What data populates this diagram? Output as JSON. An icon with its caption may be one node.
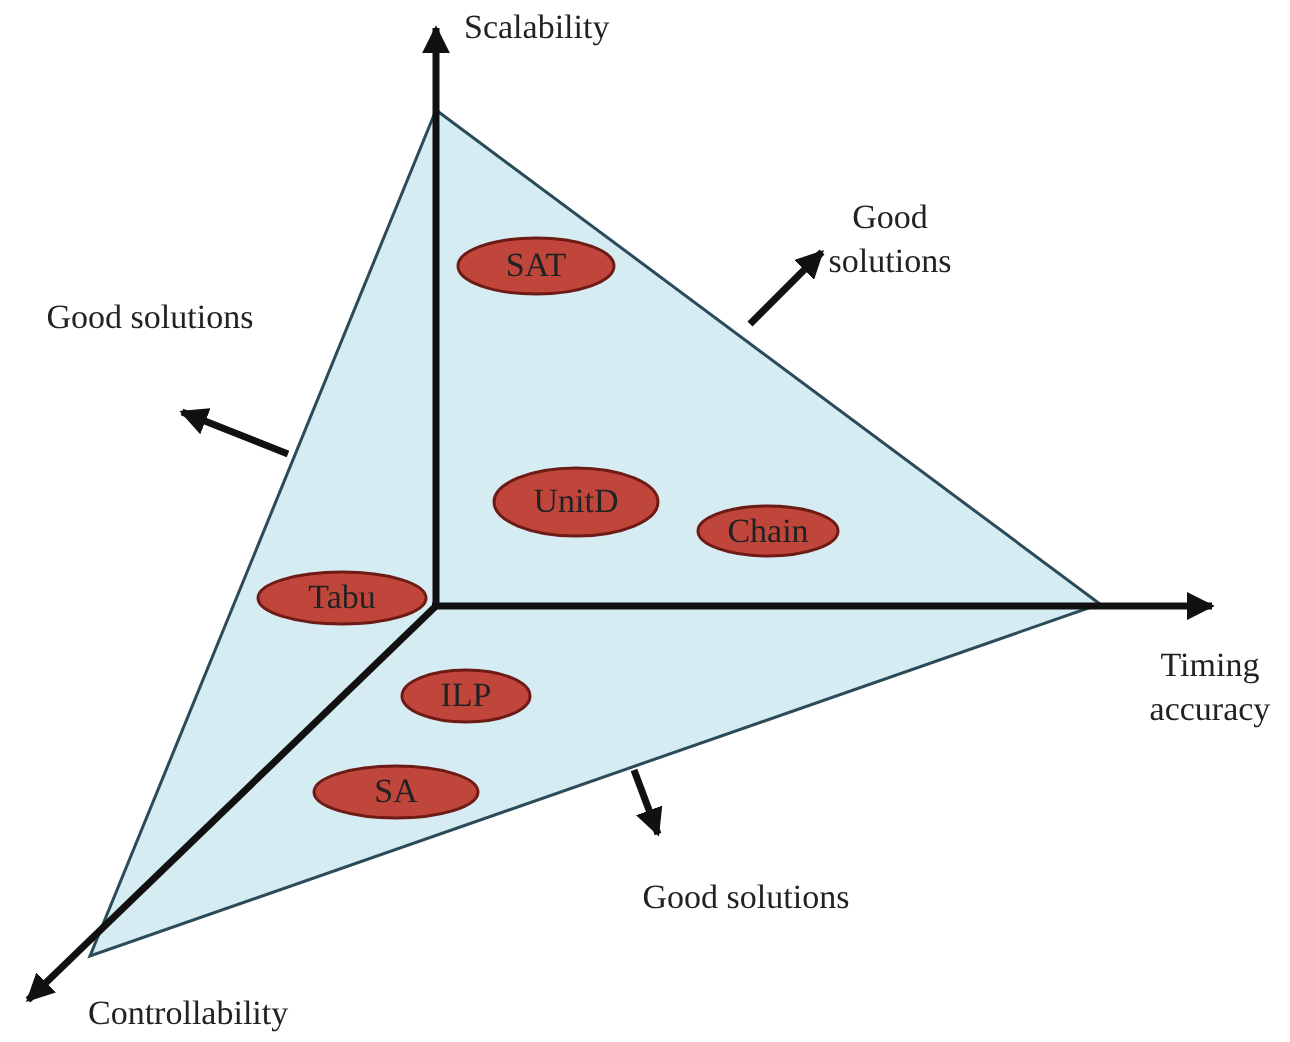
{
  "diagram": {
    "nodes": [
      {
        "text": [
          "SAT"
        ]
      },
      {
        "text": [
          "UnitD"
        ]
      },
      {
        "text": [
          "Chain"
        ]
      },
      {
        "text": [
          "Tabu"
        ]
      },
      {
        "text": [
          "ILP"
        ]
      },
      {
        "text": [
          "SA"
        ]
      }
    ],
    "labels": [
      "Scalability",
      "Good solutions",
      "Good solutions",
      "Timing accuracy",
      "Good solutions",
      "Controllability"
    ]
  }
}
